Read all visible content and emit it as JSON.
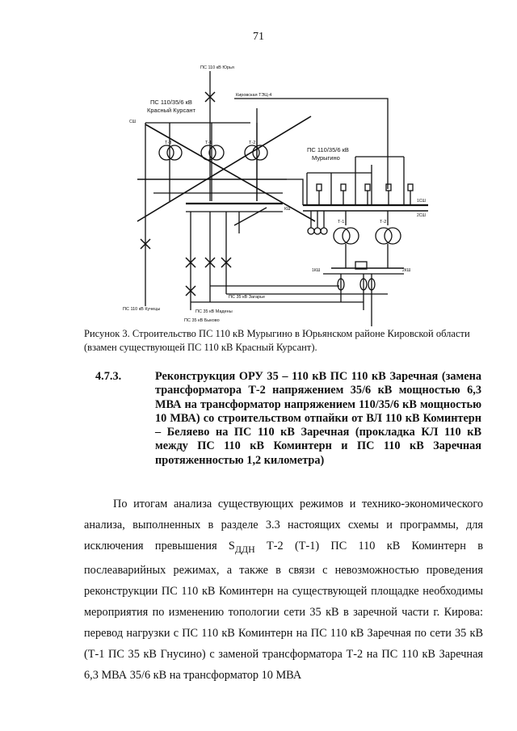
{
  "page_number": "71",
  "figure": {
    "labels": {
      "ps_yurya": "ПС 110 кВ Юрья",
      "kirovskaya_tec4": "Кировская ТЭЦ-4",
      "ps_krasny_line1": "ПС 110/35/6 кВ",
      "ps_krasny_line2": "Красный Курсант",
      "ps_murygino_line1": "ПС 110/35/6 кВ",
      "ps_murygino_line2": "Мурыгино",
      "ps_kuchenki": "ПС 110 кВ Кучецы",
      "ps_zagarye": "ПС 35 кВ Загарье",
      "ps_madeny": "ПС 35 кВ Мадены",
      "ps_bykovo": "ПС 35 кВ Быково",
      "t1_left": "Т-1",
      "t2_left": "Т-2",
      "t3_left": "Т-3",
      "t1_right": "Т-1",
      "t2_right": "Т-2",
      "bus_1sh": "1СШ",
      "bus_2sh": "2СШ",
      "bus_1ksh": "1КШ",
      "bus_2ksh": "2КШ",
      "bus_csh": "СШ",
      "bus_ksh": "КШ"
    }
  },
  "caption": "Рисунок 3. Строительство ПС 110 кВ Мурыгино в Юрьянском районе Кировской области (взамен существующей ПС 110 кВ Красный Курсант).",
  "section": {
    "number": "4.7.3.",
    "title": "Реконструкция ОРУ 35 – 110 кВ ПС 110 кВ Заречная (замена трансформатора Т-2 напряжением 35/6 кВ мощностью 6,3 МВА на трансформатор напряжением 110/35/6 кВ мощностью 10 МВА) со строительством отпайки от ВЛ 110 кВ Коминтерн – Беляево на ПС 110 кВ Заречная (прокладка КЛ 110 кВ между ПС 110 кВ Коминтерн и ПС 110 кВ Заречная протяженностью 1,2 километра)"
  },
  "body": {
    "paragraph_before": "По итогам анализа существующих режимов и технико-экономического анализа, выполненных в разделе 3.3 настоящих схемы и программы, для исключения превышения S",
    "subscript": "ДДН",
    "paragraph_after": " Т-2 (Т-1) ПС 110 кВ Коминтерн в послеаварийных режимах, а также в связи с невозможностью проведения реконструкции ПС 110 кВ Коминтерн на существующей площадке необходимы мероприятия по изменению топологии сети 35 кВ в заречной части г. Кирова: перевод нагрузки с ПС 110 кВ Коминтерн на ПС 110 кВ Заречная по сети 35 кВ (Т-1 ПС 35 кВ Гнусино) с заменой трансформатора Т-2 на ПС 110 кВ Заречная 6,3 МВА 35/6 кВ на трансформатор 10 МВА"
  }
}
